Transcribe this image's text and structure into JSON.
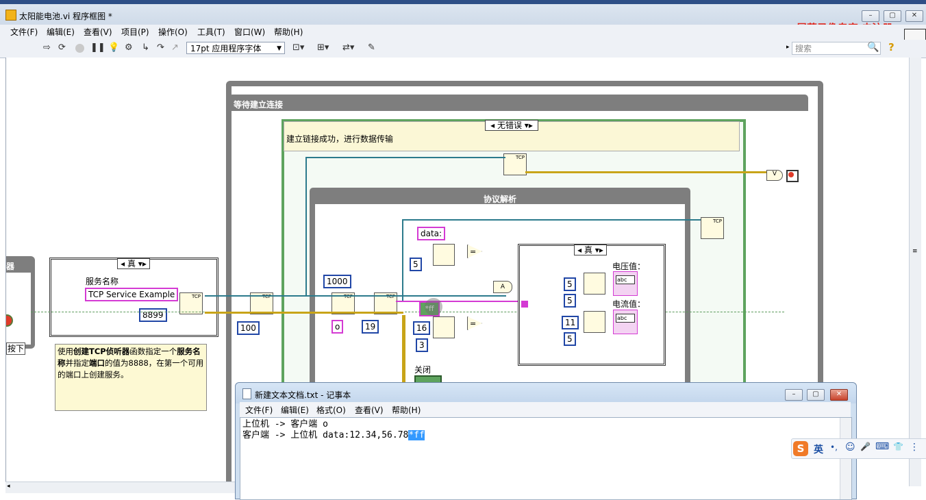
{
  "window": {
    "title": "太阳能电池.vi 程序框图 *",
    "watermark": "屏幕录像专家 未注册"
  },
  "menu": [
    "文件(F)",
    "编辑(E)",
    "查看(V)",
    "项目(P)",
    "操作(O)",
    "工具(T)",
    "窗口(W)",
    "帮助(H)"
  ],
  "toolbar": {
    "font": "17pt 应用程序字体",
    "search_placeholder": "搜索"
  },
  "diagram": {
    "left_frame_title": "器",
    "left_button_label": "按下",
    "case_true": "真",
    "service_label": "服务名称",
    "service_name": "TCP Service Example",
    "port": "8899",
    "timeout": "100",
    "note": {
      "parts": [
        "使用",
        "创建TCP侦听器",
        "函数指定一个",
        "服务名称",
        "并指定",
        "端口",
        "的值为8888，在第一个可用的端口上创建服务。"
      ]
    },
    "wait_frame_title": "等待建立连接",
    "no_error_case": "无错误",
    "success_text": "建立链接成功，进行数据传输",
    "protocol_frame_title": "协议解析",
    "read_bytes": "1000",
    "mode_o": "o",
    "read_timeout": "19",
    "data_prefix": "data:",
    "const_5a": "5",
    "ff_const": "*ff",
    "const_16": "16",
    "const_3": "3",
    "inner_case_true": "真",
    "voltage_label": "电压值：",
    "current_label": "电流值：",
    "v_const_5": "5",
    "v_const_5b": "5",
    "c_const_11": "11",
    "c_const_5": "5",
    "close_label": "关闭",
    "tcp_tag": "TCP",
    "and_tag": "A",
    "eq_tag": "=",
    "abc": "abc"
  },
  "notepad": {
    "title": "新建文本文档.txt - 记事本",
    "menu": [
      "文件(F)",
      "编辑(E)",
      "格式(O)",
      "查看(V)",
      "帮助(H)"
    ],
    "line1": "上位机 -> 客户端 o",
    "line2_prefix": "客户端 -> 上位机 data:12.34,56.78",
    "line2_selected": "*ff"
  },
  "ime": {
    "lang": "英",
    "items": [
      "•,",
      "☺",
      "🎤",
      "⌨",
      "👕",
      "⋮"
    ]
  },
  "colors": {
    "accent": "#2046a6",
    "string_wire": "#d43ad3",
    "error_wire": "#c8a418",
    "frame_gray": "#7e7e7e",
    "watermark": "#e0261c"
  }
}
